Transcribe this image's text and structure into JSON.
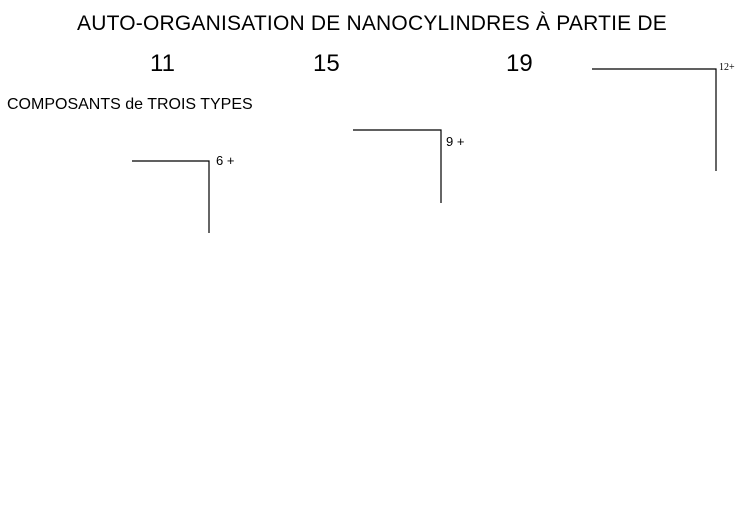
{
  "title": "AUTO-ORGANISATION DE NANOCYLINDRES À PARTIE DE",
  "subtitle": "COMPOSANTS de TROIS TYPES",
  "structures": [
    {
      "number": "11",
      "charge": "6 +"
    },
    {
      "number": "15",
      "charge": "9 +"
    },
    {
      "number": "19",
      "charge": "12+"
    }
  ]
}
